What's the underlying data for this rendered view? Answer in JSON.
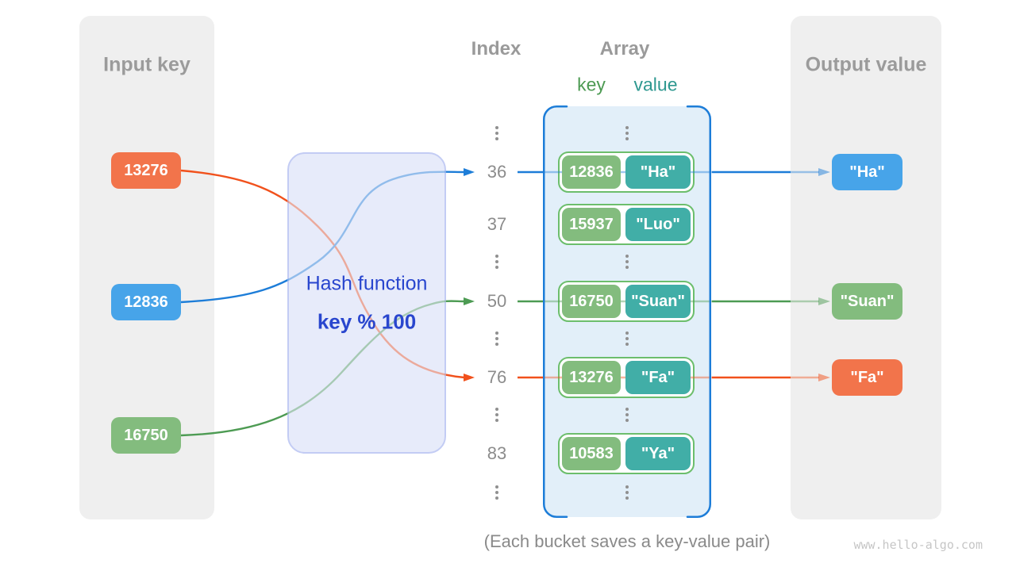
{
  "panels": {
    "input": {
      "title": "Input key",
      "keys": [
        {
          "value": "13276",
          "color": "#f2744b"
        },
        {
          "value": "12836",
          "color": "#47a4e9"
        },
        {
          "value": "16750",
          "color": "#83bc7e"
        }
      ]
    },
    "output": {
      "title": "Output value",
      "values": [
        {
          "text": "\"Ha\"",
          "color": "#47a4e9"
        },
        {
          "text": "\"Suan\"",
          "color": "#83bc7e"
        },
        {
          "text": "\"Fa\"",
          "color": "#f2744b"
        }
      ]
    }
  },
  "hash_box": {
    "line1": "Hash function",
    "line2": "key % 100"
  },
  "columns": {
    "index_header": "Index",
    "array_header": "Array",
    "key_header": "key",
    "value_header": "value"
  },
  "index_labels": [
    "36",
    "37",
    "50",
    "76",
    "83"
  ],
  "buckets": [
    {
      "index": "36",
      "key": "12836",
      "value": "\"Ha\""
    },
    {
      "index": "37",
      "key": "15937",
      "value": "\"Luo\""
    },
    {
      "index": "50",
      "key": "16750",
      "value": "\"Suan\""
    },
    {
      "index": "76",
      "key": "13276",
      "value": "\"Fa\""
    },
    {
      "index": "83",
      "key": "10583",
      "value": "\"Ya\""
    }
  ],
  "caption": "(Each bucket saves a key-value pair)",
  "watermark": "www.hello-algo.com",
  "colors": {
    "panel_bg": "#efefef",
    "panel_title": "#9b9b9b",
    "hash_box_bg": "#e7ebfa",
    "hash_box_border": "#c3ccf4",
    "hash_text": "#2946ce",
    "array_bg": "#e2eff9",
    "array_border": "#1d7dd8",
    "bucket_border": "#6cbe6c",
    "key_box": "#83bc7e",
    "value_box": "#41aea7",
    "arrow_blue": "#1d7dd8",
    "arrow_green": "#4d9b53",
    "arrow_orange": "#f1511c",
    "index_text": "#8c8c8c",
    "caption_text": "#8a8a8a"
  }
}
